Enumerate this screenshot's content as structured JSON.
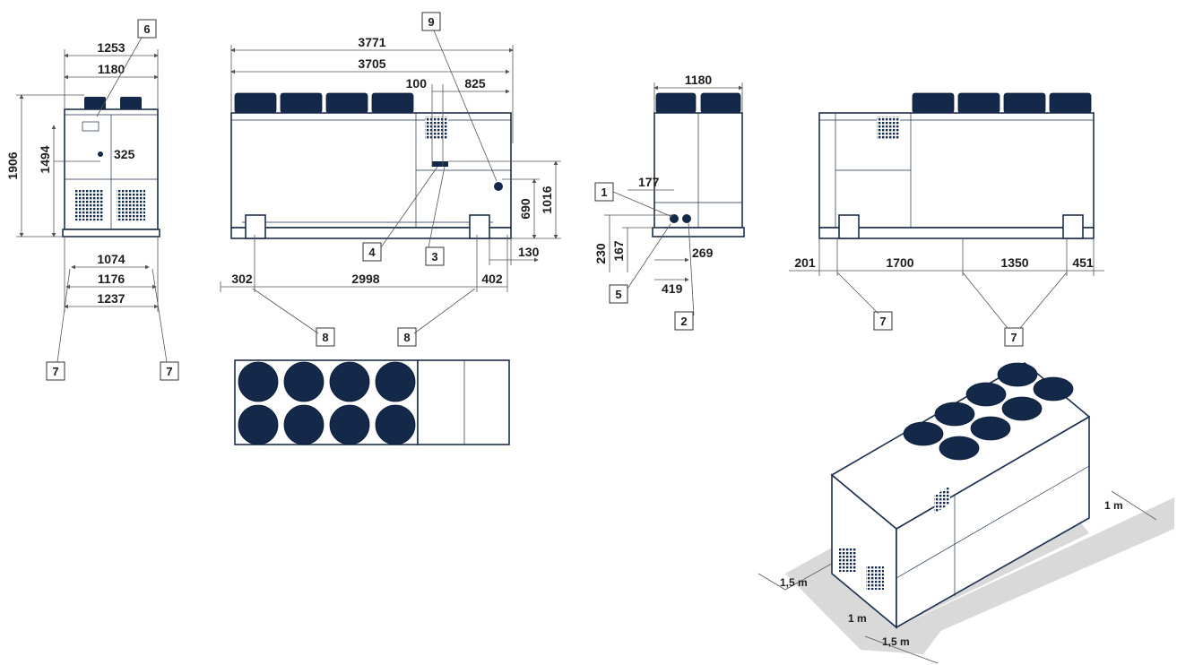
{
  "front_view": {
    "dims": {
      "w1": "1253",
      "w2": "1180",
      "h1": "1906",
      "h2": "1494",
      "d1": "325",
      "b1": "1074",
      "b2": "1176",
      "b3": "1237"
    },
    "callouts": {
      "top": "6",
      "bl": "7",
      "br": "7"
    }
  },
  "side_view": {
    "dims": {
      "l1": "3771",
      "l2": "3705",
      "t1": "100",
      "t2": "825",
      "h1": "1016",
      "h2": "690",
      "o1": "130",
      "b1": "302",
      "b2": "2998",
      "b3": "402"
    },
    "callouts": {
      "c9": "9",
      "c4": "4",
      "c3": "3",
      "c8a": "8",
      "c8b": "8"
    }
  },
  "end_view": {
    "dims": {
      "w": "1180",
      "a": "177",
      "b": "230",
      "c": "167",
      "d": "269",
      "e": "419"
    },
    "callouts": {
      "c1": "1",
      "c5": "5",
      "c2": "2"
    }
  },
  "rear_view": {
    "dims": {
      "a": "201",
      "b": "1700",
      "c": "1350",
      "d": "451"
    },
    "callouts": {
      "c7a": "7",
      "c7b": "7"
    }
  },
  "iso_view": {
    "clearances": {
      "right": "1 m",
      "left": "1,5 m",
      "front": "1 m",
      "front2": "1,5 m"
    }
  }
}
